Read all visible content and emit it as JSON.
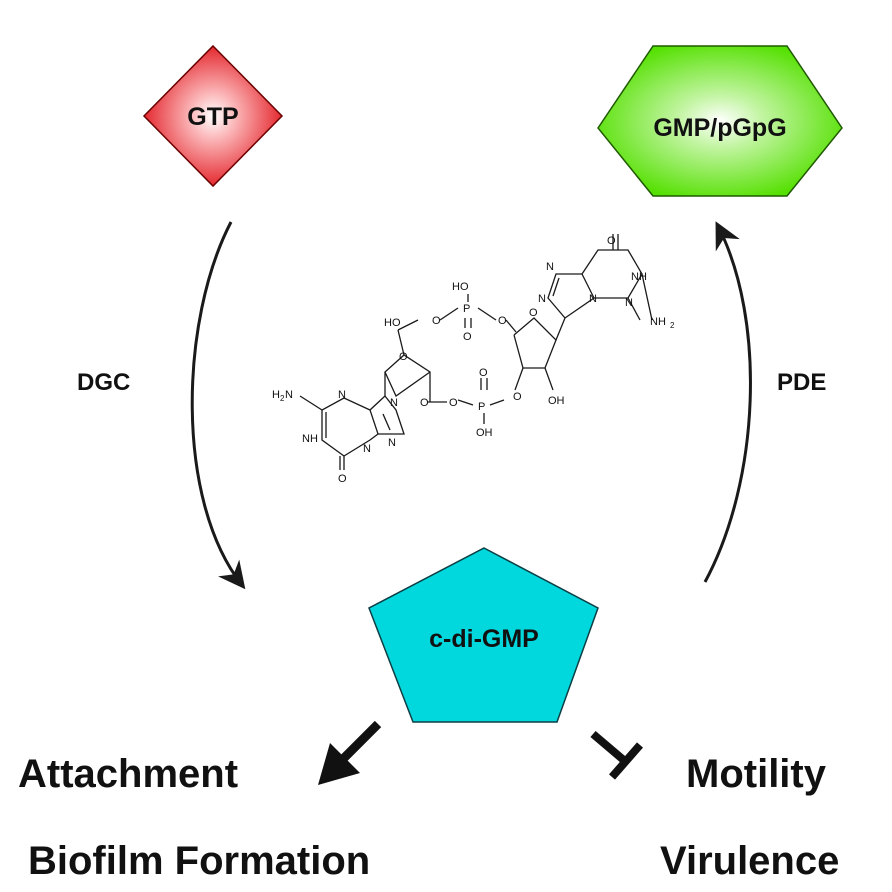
{
  "nodes": {
    "gtp": {
      "label": "GTP",
      "color": "#e0141b"
    },
    "gmp": {
      "label": "GMP/pGpG",
      "color": "#54e000"
    },
    "cdigmp": {
      "label": "c-di-GMP",
      "color": "#00d8de"
    }
  },
  "enzymes": {
    "dgc": "DGC",
    "pde": "PDE"
  },
  "outcomes": {
    "promoted": [
      "Attachment",
      "Biofilm Formation"
    ],
    "inhibited": [
      "Motility",
      "Virulence"
    ]
  },
  "structure_atoms": {
    "ho": "HO",
    "oh": "OH",
    "o": "O",
    "p": "P",
    "n": "N",
    "nh": "NH",
    "h2n_h": "H",
    "h2n_sub": "2",
    "h2n_n": "N",
    "nh2_n": "NH",
    "nh2_sub": "2"
  }
}
